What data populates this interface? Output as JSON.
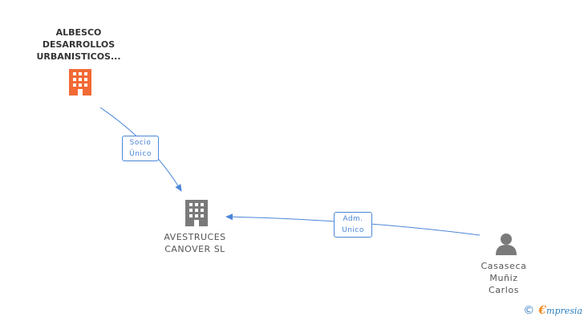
{
  "nodes": {
    "albesco": {
      "type": "company",
      "color": "#f26a35",
      "label_lines": [
        "ALBESCO",
        "DESARROLLOS",
        "URBANISTICOS..."
      ]
    },
    "avestruces": {
      "type": "company",
      "color": "#7a7a7a",
      "label_lines": [
        "AVESTRUCES",
        "CANOVER SL"
      ]
    },
    "casaseca": {
      "type": "person",
      "color": "#7a7a7a",
      "label_lines": [
        "Casaseca",
        "Muñiz",
        "Carlos"
      ]
    }
  },
  "edges": {
    "socio": {
      "from": "albesco",
      "to": "avestruces",
      "label_lines": [
        "Socio",
        "Único"
      ],
      "color": "#4a86d8"
    },
    "adm": {
      "from": "casaseca",
      "to": "avestruces",
      "label_lines": [
        "Adm.",
        "Unico"
      ],
      "color": "#4a86d8"
    }
  },
  "footer": {
    "copyright_symbol": "©",
    "brand_initial": "€",
    "brand_rest": "mpresia"
  }
}
